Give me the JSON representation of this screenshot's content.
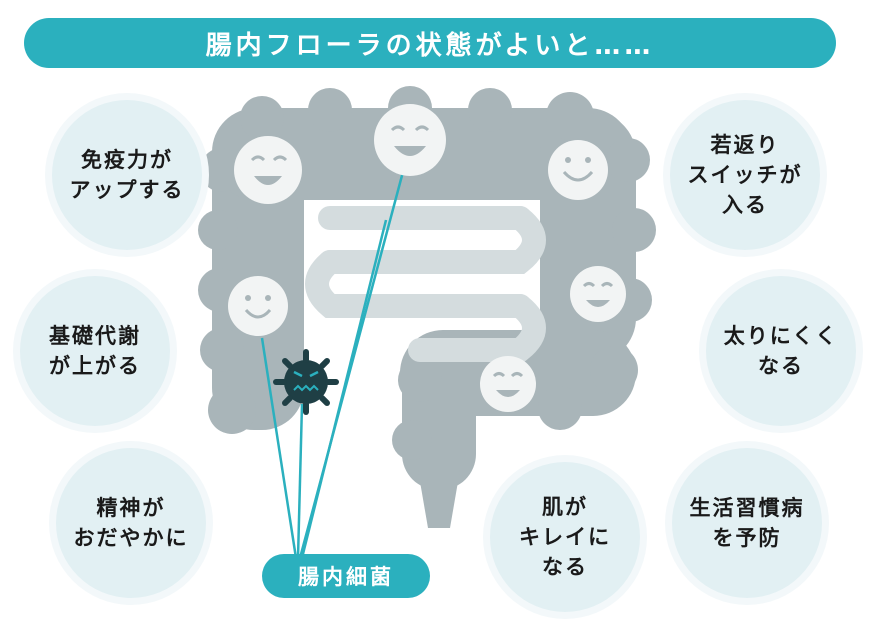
{
  "title": "腸内フローラの状態がよいと……",
  "benefits": {
    "immunity": {
      "line1": "免疫力が",
      "line2": "アップする"
    },
    "metabolism": {
      "line1": "基礎代謝",
      "line2": "が上がる"
    },
    "mind": {
      "line1": "精神が",
      "line2": "おだやかに"
    },
    "youth": {
      "line1": "若返り",
      "line2": "スイッチが",
      "line3": "入る"
    },
    "weight": {
      "line1": "太りにくく",
      "line2": "なる"
    },
    "skin": {
      "line1": "肌が",
      "line2": "キレイに",
      "line3": "なる"
    },
    "disease": {
      "line1": "生活習慣病",
      "line2": "を予防"
    }
  },
  "bacteria_label": "腸内細菌",
  "colors": {
    "accent": "#2bb0be",
    "bubble": "#e2f0f3",
    "intestine": "#a9b5b9",
    "bad_bacteria": "#1f3f45",
    "good_bacteria_face": "#f2f4f4"
  },
  "icons": {
    "good_bacteria": "smiling-face-icon",
    "bad_bacteria": "angry-germ-icon"
  }
}
